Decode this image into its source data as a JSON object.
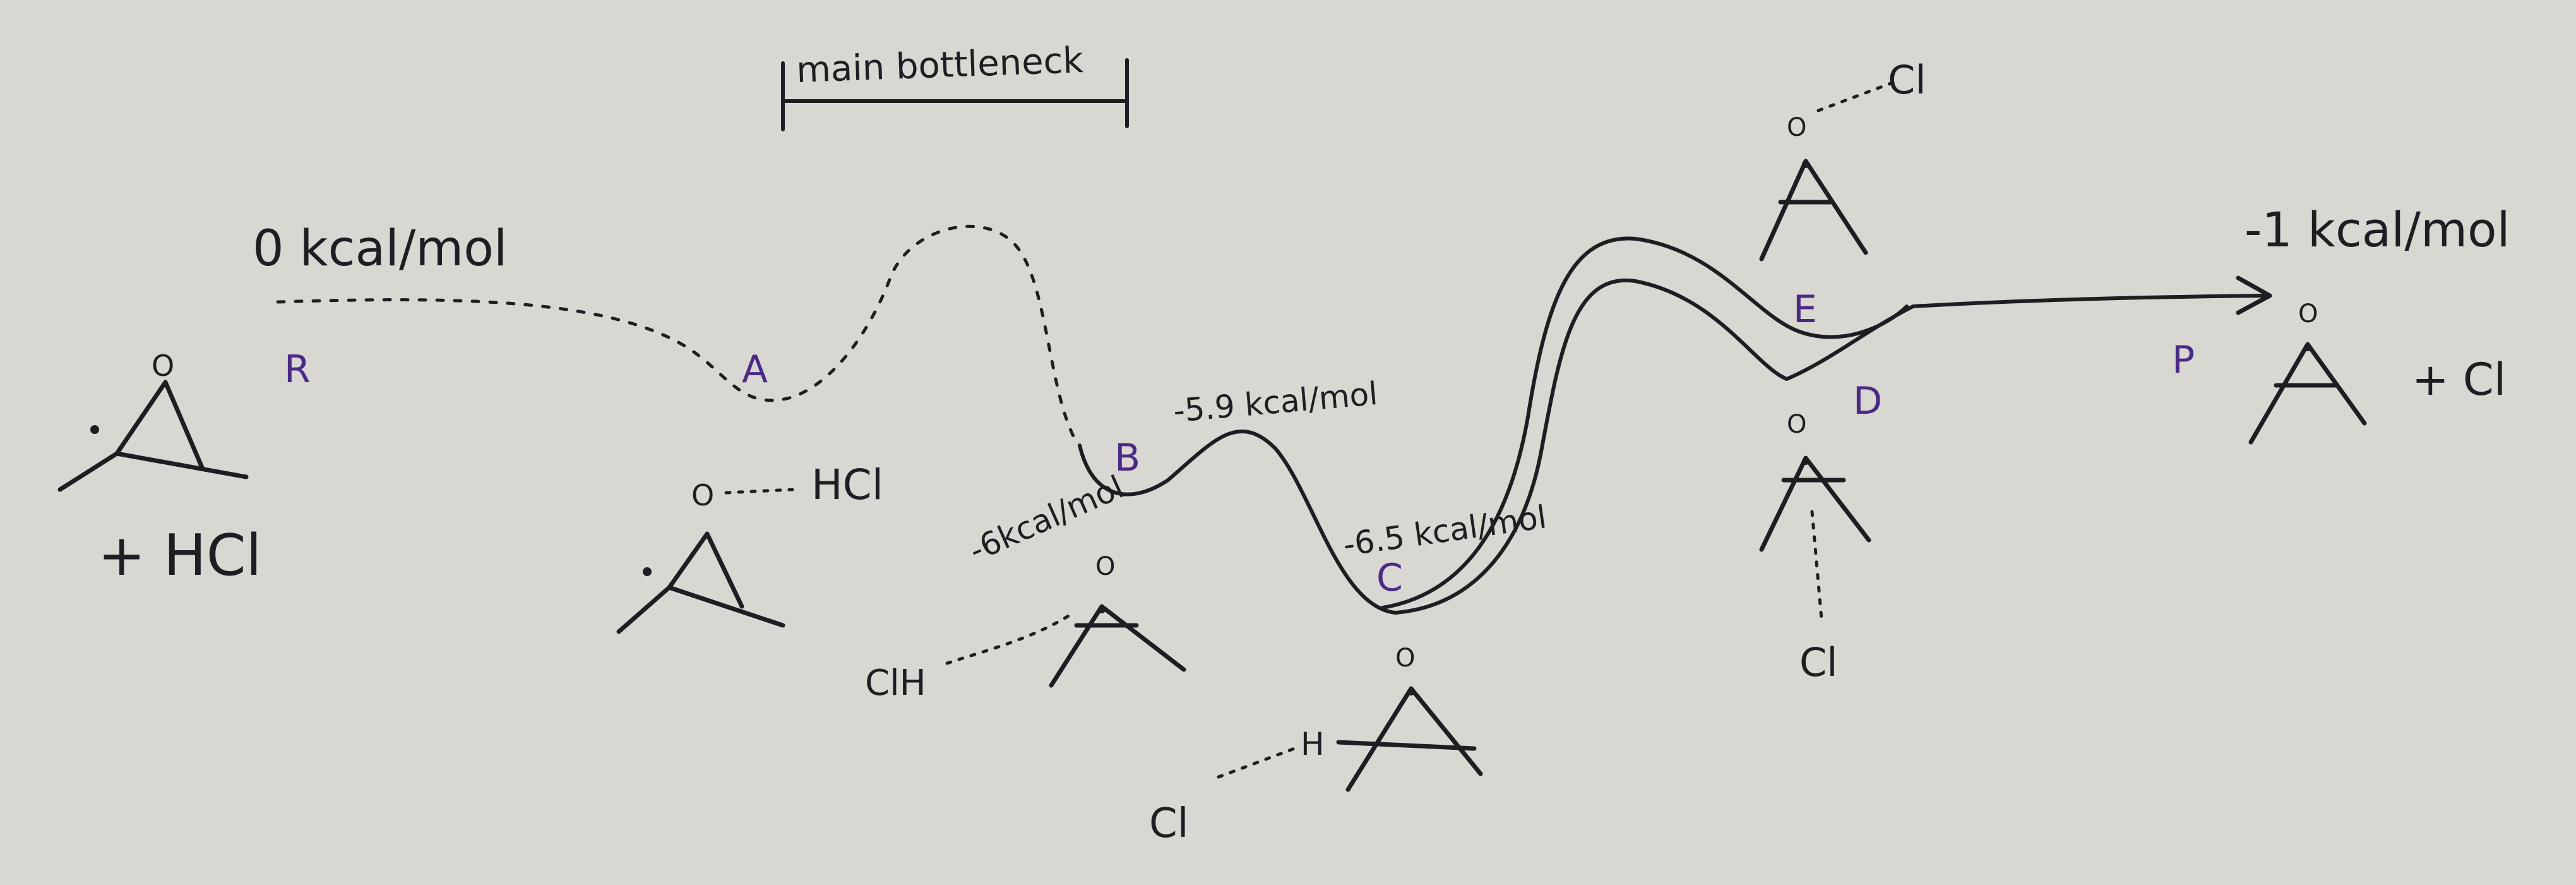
{
  "diagram": {
    "bracket_label": "main bottleneck",
    "energies": {
      "reactant": "0 kcal/mol",
      "B": "-6kcal/mol",
      "between_BC": "-5.9 kcal/mol",
      "C": "-6.5 kcal/mol",
      "product": "-1 kcal/mol"
    },
    "points": {
      "R": "R",
      "A": "A",
      "B": "B",
      "C": "C",
      "D": "D",
      "E": "E",
      "P": "P"
    },
    "species": {
      "reactant_o": "O",
      "reactant_add": "+ HCl",
      "A_o": "O",
      "A_hcl": "HCl",
      "B_o": "O",
      "B_clh": "ClH",
      "C_o": "O",
      "C_h": "H",
      "C_cl": "Cl",
      "E_o": "O",
      "E_cl": "Cl",
      "D_o": "O",
      "D_cl": "Cl",
      "P_o": "O",
      "P_add": "+ Cl"
    },
    "colors": {
      "ink": "#1e1e22",
      "label": "#4b2a86",
      "paper": "#d9d7d2"
    }
  }
}
